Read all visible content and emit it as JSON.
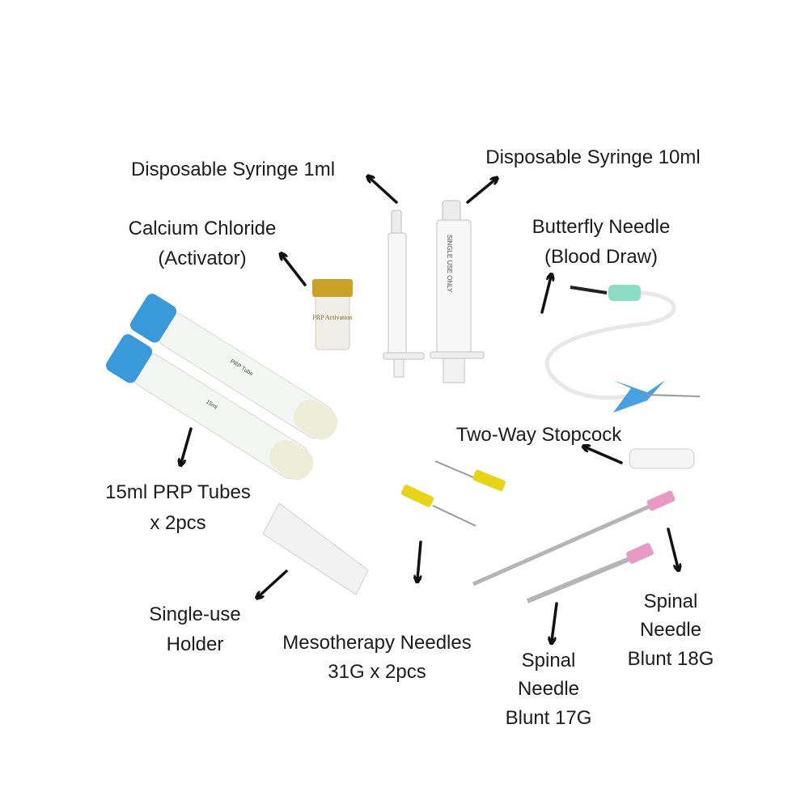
{
  "labels": {
    "syringe_1ml": "Disposable Syringe 1ml",
    "syringe_10ml": "Disposable Syringe 10ml",
    "calcium_line1": "Calcium Chloride",
    "calcium_line2": "(Activator)",
    "butterfly_line1": "Butterfly Needle",
    "butterfly_line2": "(Blood Draw)",
    "stopcock": "Two-Way Stopcock",
    "tubes_line1": "15ml PRP Tubes",
    "tubes_line2": "x 2pcs",
    "holder_line1": "Single-use",
    "holder_line2": "Holder",
    "meso_line1": "Mesotherapy Needles",
    "meso_line2": "31G x 2pcs",
    "spinal17_line1": "Spinal",
    "spinal17_line2": "Needle",
    "spinal17_line3": "Blunt 17G",
    "spinal18_line1": "Spinal",
    "spinal18_line2": "Needle",
    "spinal18_line3": "Blunt 18G"
  },
  "product_print": {
    "tube_label": "PRP Tube",
    "tube_volume": "15ml",
    "syringe_text": "SINGLE USE ONLY",
    "vial_text": "PRP Activation"
  },
  "colors": {
    "tube_cap": "#3a9ad9",
    "butterfly_wings": "#4a9fe0",
    "needle_hub_yellow": "#e8d21a",
    "needle_hub_pink": "#e99ac3",
    "vial_cap": "#c9a227"
  }
}
